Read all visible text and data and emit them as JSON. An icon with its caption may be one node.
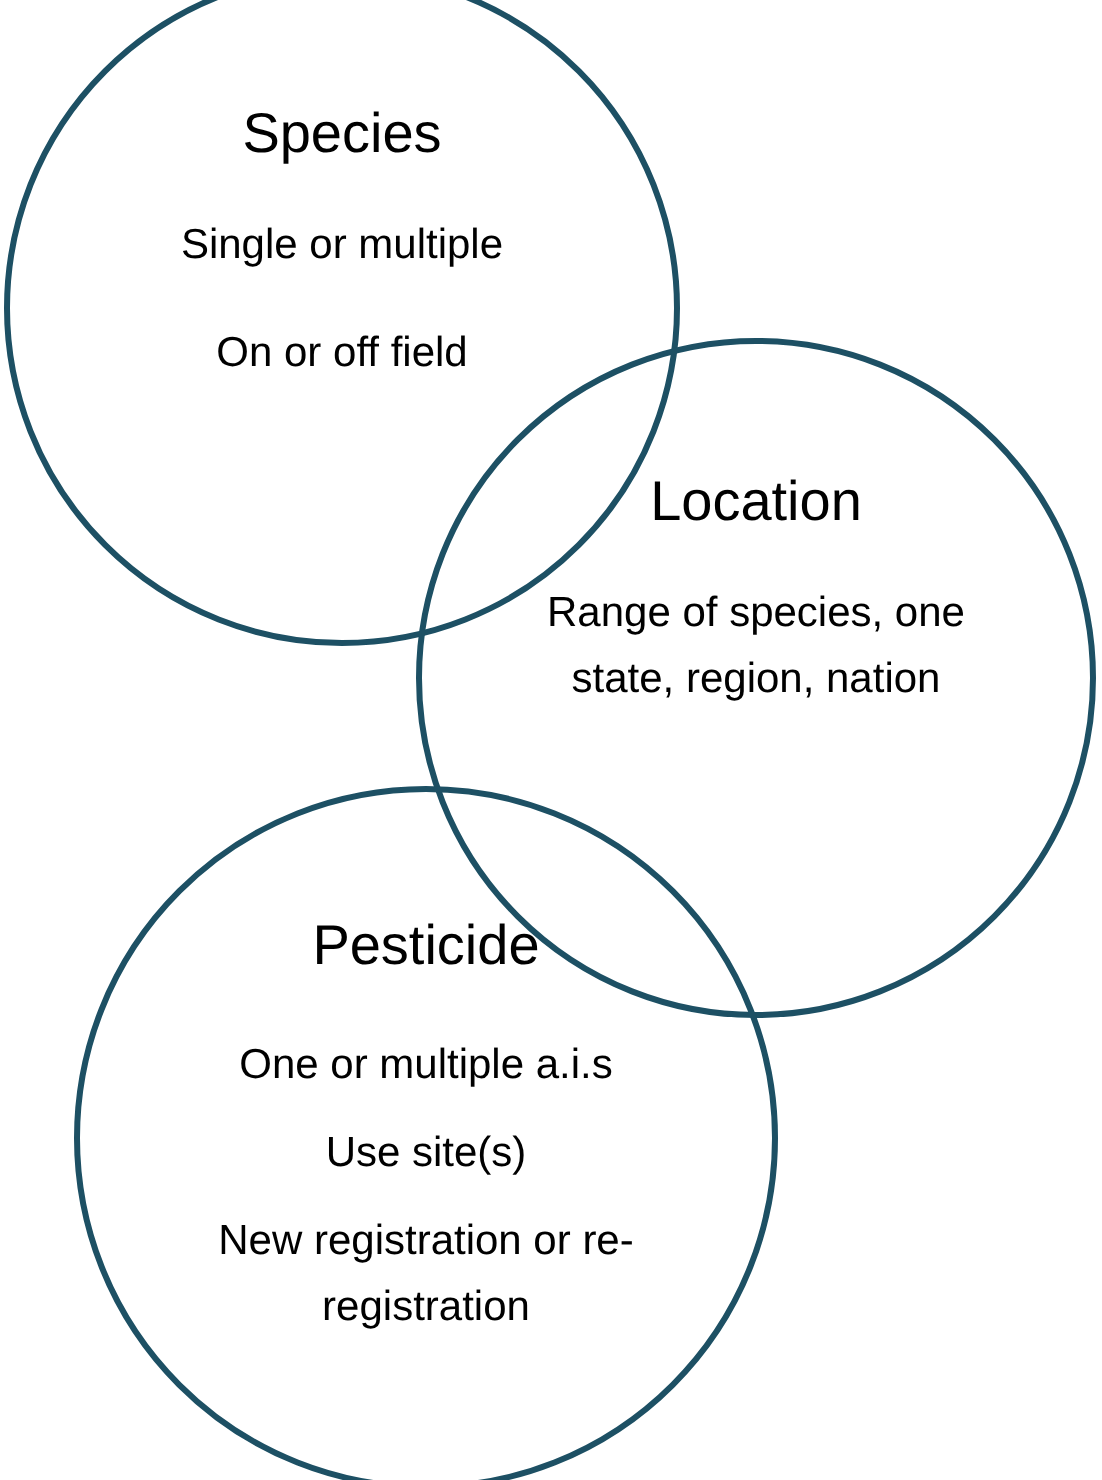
{
  "diagram": {
    "nodes": [
      {
        "text": [
          "Species",
          "Single or multiple",
          "On or off field"
        ]
      },
      {
        "text": [
          "Location",
          "Range of species, one state, region, nation"
        ]
      },
      {
        "text": [
          "Pesticide",
          "One or multiple a.i.s",
          "Use site(s)",
          "New registration or re-registration"
        ]
      }
    ]
  }
}
